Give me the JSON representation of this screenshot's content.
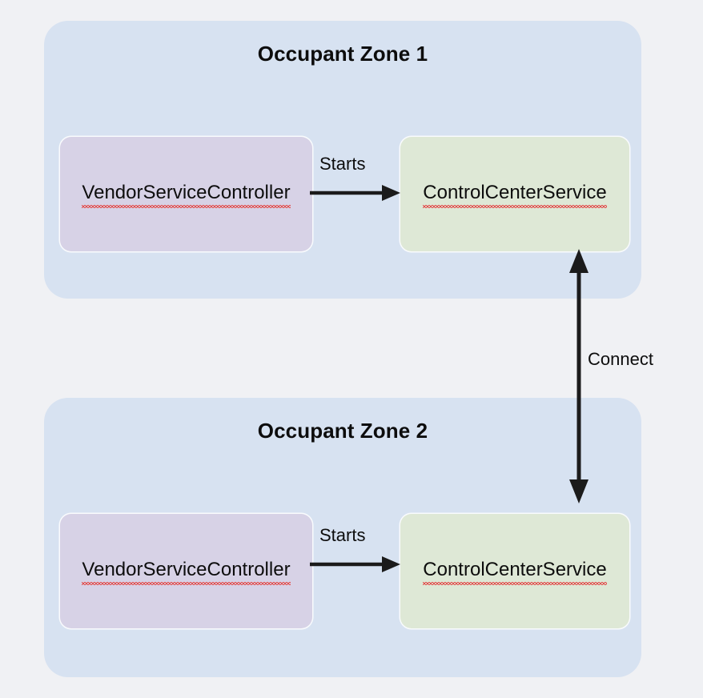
{
  "diagram": {
    "type": "architecture-diagram",
    "page_background": "#f0f1f4",
    "zones": [
      {
        "id": "occupant-zone-1",
        "title": "Occupant Zone 1",
        "background": "#d7e2f1",
        "nodes": [
          {
            "id": "vendor-service-controller-1",
            "label": "VendorServiceController",
            "fill": "#d7d2e6",
            "spellcheck_underline": true
          },
          {
            "id": "control-center-service-1",
            "label": "ControlCenterService",
            "fill": "#dee8d6",
            "spellcheck_underline": true
          }
        ],
        "edge": {
          "id": "starts-1",
          "label": "Starts",
          "from": "vendor-service-controller-1",
          "to": "control-center-service-1",
          "direction": "one-way"
        }
      },
      {
        "id": "occupant-zone-2",
        "title": "Occupant Zone 2",
        "background": "#d7e2f1",
        "nodes": [
          {
            "id": "vendor-service-controller-2",
            "label": "VendorServiceController",
            "fill": "#d7d2e6",
            "spellcheck_underline": true
          },
          {
            "id": "control-center-service-2",
            "label": "ControlCenterService",
            "fill": "#dee8d6",
            "spellcheck_underline": true
          }
        ],
        "edge": {
          "id": "starts-2",
          "label": "Starts",
          "from": "vendor-service-controller-2",
          "to": "control-center-service-2",
          "direction": "one-way"
        }
      }
    ],
    "cross_zone_edge": {
      "id": "connect",
      "label": "Connect",
      "from": "control-center-service-1",
      "to": "control-center-service-2",
      "direction": "bidirectional",
      "color": "#1b1b1b"
    }
  }
}
